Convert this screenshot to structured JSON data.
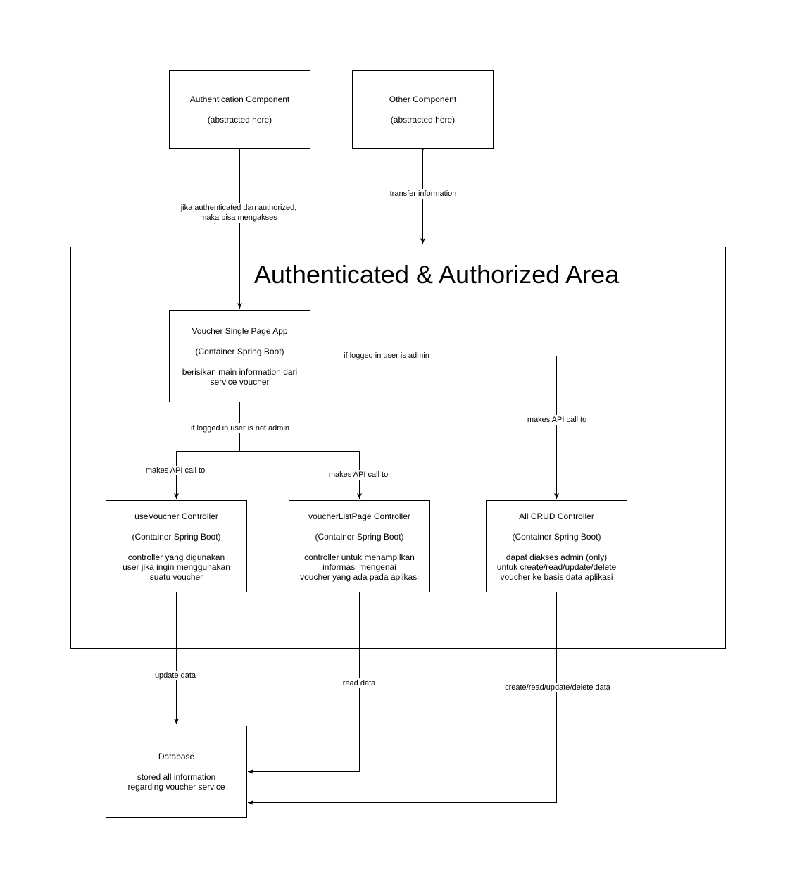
{
  "boxes": {
    "auth": {
      "title": "Authentication Component",
      "sub": "(abstracted here)"
    },
    "other": {
      "title": "Other Component",
      "sub": "(abstracted here)"
    },
    "spa": {
      "title": "Voucher Single Page App",
      "sub": "(Container Spring Boot)",
      "desc": "berisikan main information dari\nservice voucher"
    },
    "use": {
      "title": "useVoucher Controller",
      "sub": "(Container Spring Boot)",
      "desc": "controller yang digunakan\nuser jika ingin menggunakan\nsuatu voucher"
    },
    "list": {
      "title": "voucherListPage Controller",
      "sub": "(Container Spring Boot)",
      "desc": "controller untuk menampilkan\ninformasi mengenai\nvoucher yang ada pada aplikasi"
    },
    "crud": {
      "title": "All CRUD Controller",
      "sub": "(Container Spring Boot)",
      "desc": "dapat diakses admin (only)\nuntuk create/read/update/delete\nvoucher ke basis data aplikasi"
    },
    "db": {
      "title": "Database",
      "desc": "stored all information\nregarding voucher service"
    }
  },
  "area": {
    "title": "Authenticated & Authorized Area"
  },
  "edges": {
    "auth_spa": "jika authenticated dan authorized,\nmaka bisa mengakses",
    "other_area": "transfer information",
    "spa_admin": "if logged in user is admin",
    "spa_not_admin": "if logged in user is not admin",
    "api_use": "makes API call to",
    "api_list": "makes API call to",
    "api_crud": "makes API call to",
    "use_db": "update data",
    "list_db": "read data",
    "crud_db": "create/read/update/delete data"
  }
}
